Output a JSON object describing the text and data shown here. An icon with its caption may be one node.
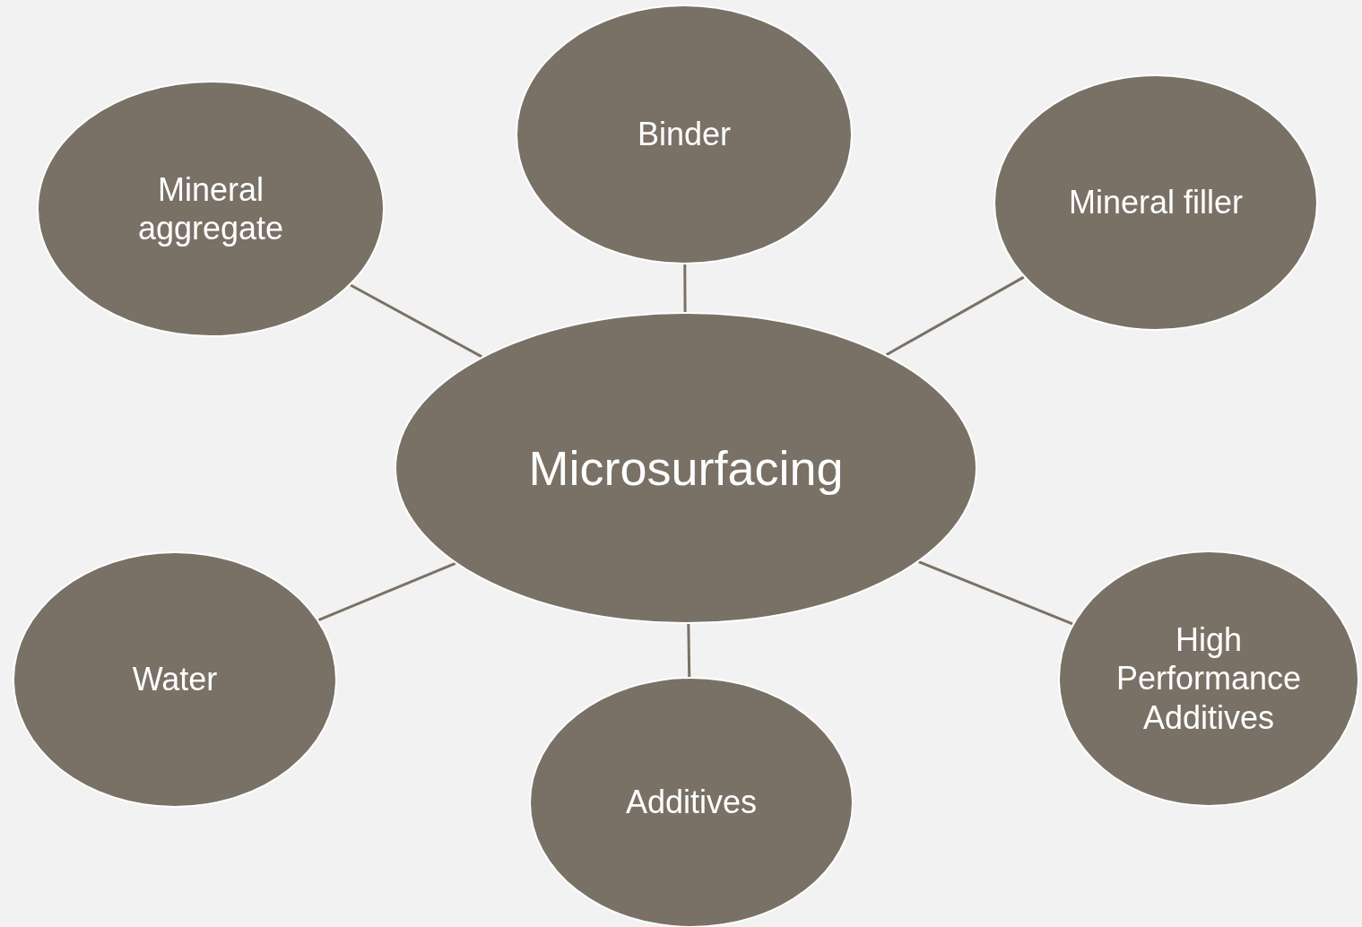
{
  "diagram": {
    "nodes": [
      {
        "text": [
          "Mineral aggregate"
        ]
      },
      {
        "text": [
          "Binder"
        ]
      },
      {
        "text": [
          "Mineral filler"
        ]
      },
      {
        "text": [
          "Microsurfacing"
        ]
      },
      {
        "text": [
          "Water"
        ]
      },
      {
        "text": [
          "High Performance Additives"
        ]
      },
      {
        "text": [
          "Additives"
        ]
      }
    ],
    "edges": [
      {
        "from": 3,
        "to": 0,
        "arrow": "none"
      },
      {
        "from": 3,
        "to": 1,
        "arrow": "none"
      },
      {
        "from": 3,
        "to": 2,
        "arrow": "none"
      },
      {
        "from": 3,
        "to": 4,
        "arrow": "none"
      },
      {
        "from": 3,
        "to": 5,
        "arrow": "none"
      },
      {
        "from": 3,
        "to": 6,
        "arrow": "none"
      }
    ]
  }
}
